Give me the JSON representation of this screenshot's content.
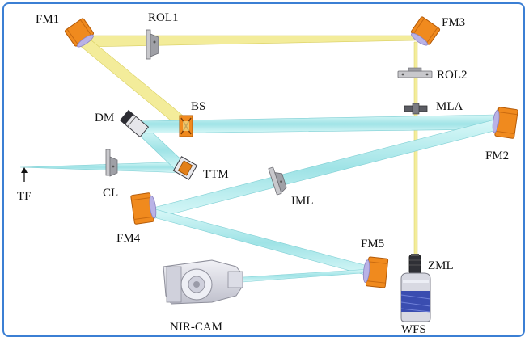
{
  "diagram": {
    "labels": {
      "FM1": "FM1",
      "ROL1": "ROL1",
      "FM3": "FM3",
      "ROL2": "ROL2",
      "MLA": "MLA",
      "BS": "BS",
      "DM": "DM",
      "FM2": "FM2",
      "TF": "TF",
      "CL": "CL",
      "TTM": "TTM",
      "IML": "IML",
      "FM4": "FM4",
      "FM5": "FM5",
      "ZML": "ZML",
      "NIR_CAM": "NIR-CAM",
      "WFS": "WFS"
    },
    "colors": {
      "nir_beam": "#b9eef0",
      "visible_beam": "#f3ec9a",
      "mount_orange": "#f08a1e",
      "mirror_lavender": "#b9b2e6",
      "frame": "#3b7fd4"
    }
  }
}
